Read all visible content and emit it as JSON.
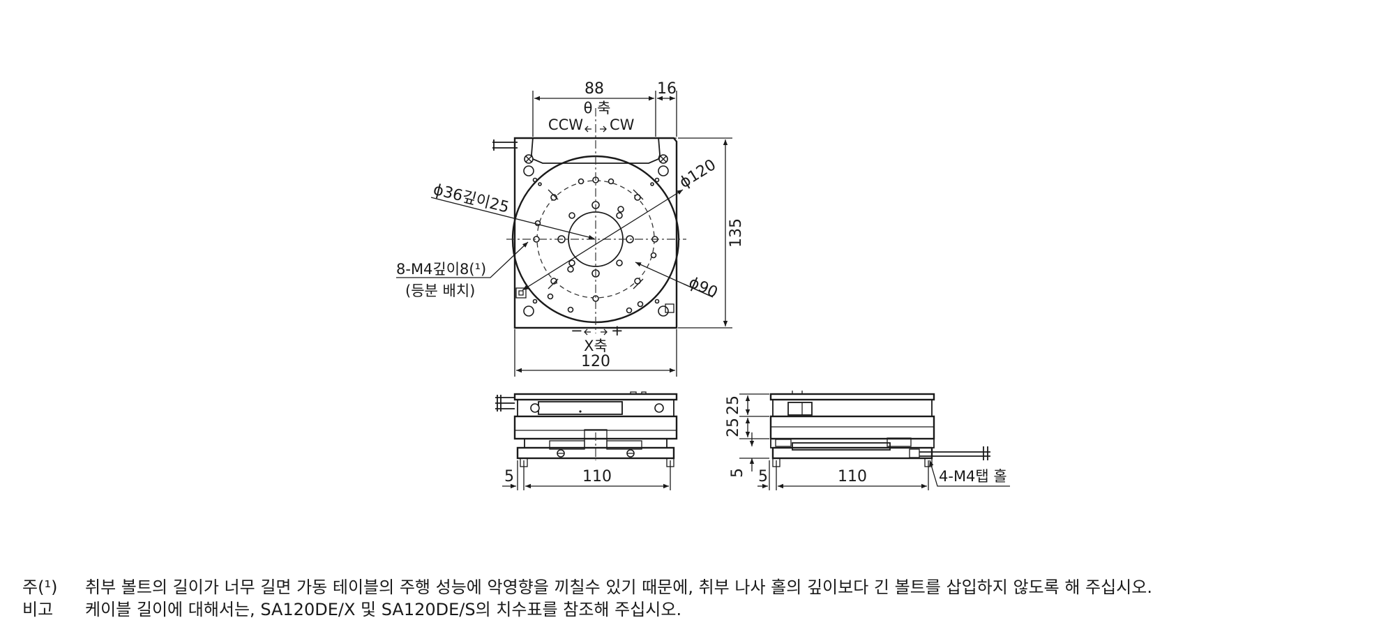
{
  "top_view": {
    "dim_top_width": "88",
    "dim_top_offset": "16",
    "axis_theta": "θ 축",
    "ccw": "CCW",
    "cw": "CW",
    "dim_bore": "ϕ36깊이25",
    "dim_outer_diameter": "ϕ120",
    "dim_pcd": "ϕ90",
    "dim_height": "135",
    "tapped_holes": "8-M4깊이8(¹)",
    "tapped_holes_note": "(등분 배치)",
    "x_minus": "−",
    "x_plus": "+",
    "axis_x": "X축",
    "dim_width": "120"
  },
  "front_view": {
    "dim_left_offset": "5",
    "dim_hole_pitch": "110"
  },
  "side_view": {
    "dim_upper_height": "25",
    "dim_lower_height": "25",
    "dim_base_height": "5",
    "dim_left_offset": "5",
    "dim_hole_pitch": "110",
    "mount_holes": "4-M4탭 홀"
  },
  "notes": [
    {
      "key": "주(¹)",
      "text": "취부 볼트의 길이가 너무 길면 가동 테이블의 주행 성능에 악영향을 끼칠수 있기 때문에, 취부 나사 홀의 깊이보다 긴 볼트를 삽입하지 않도록 해 주십시오."
    },
    {
      "key": "비고",
      "text": "케이블 길이에 대해서는, SA120DE/X 및 SA120DE/S의 치수표를 참조해 주십시오."
    }
  ]
}
